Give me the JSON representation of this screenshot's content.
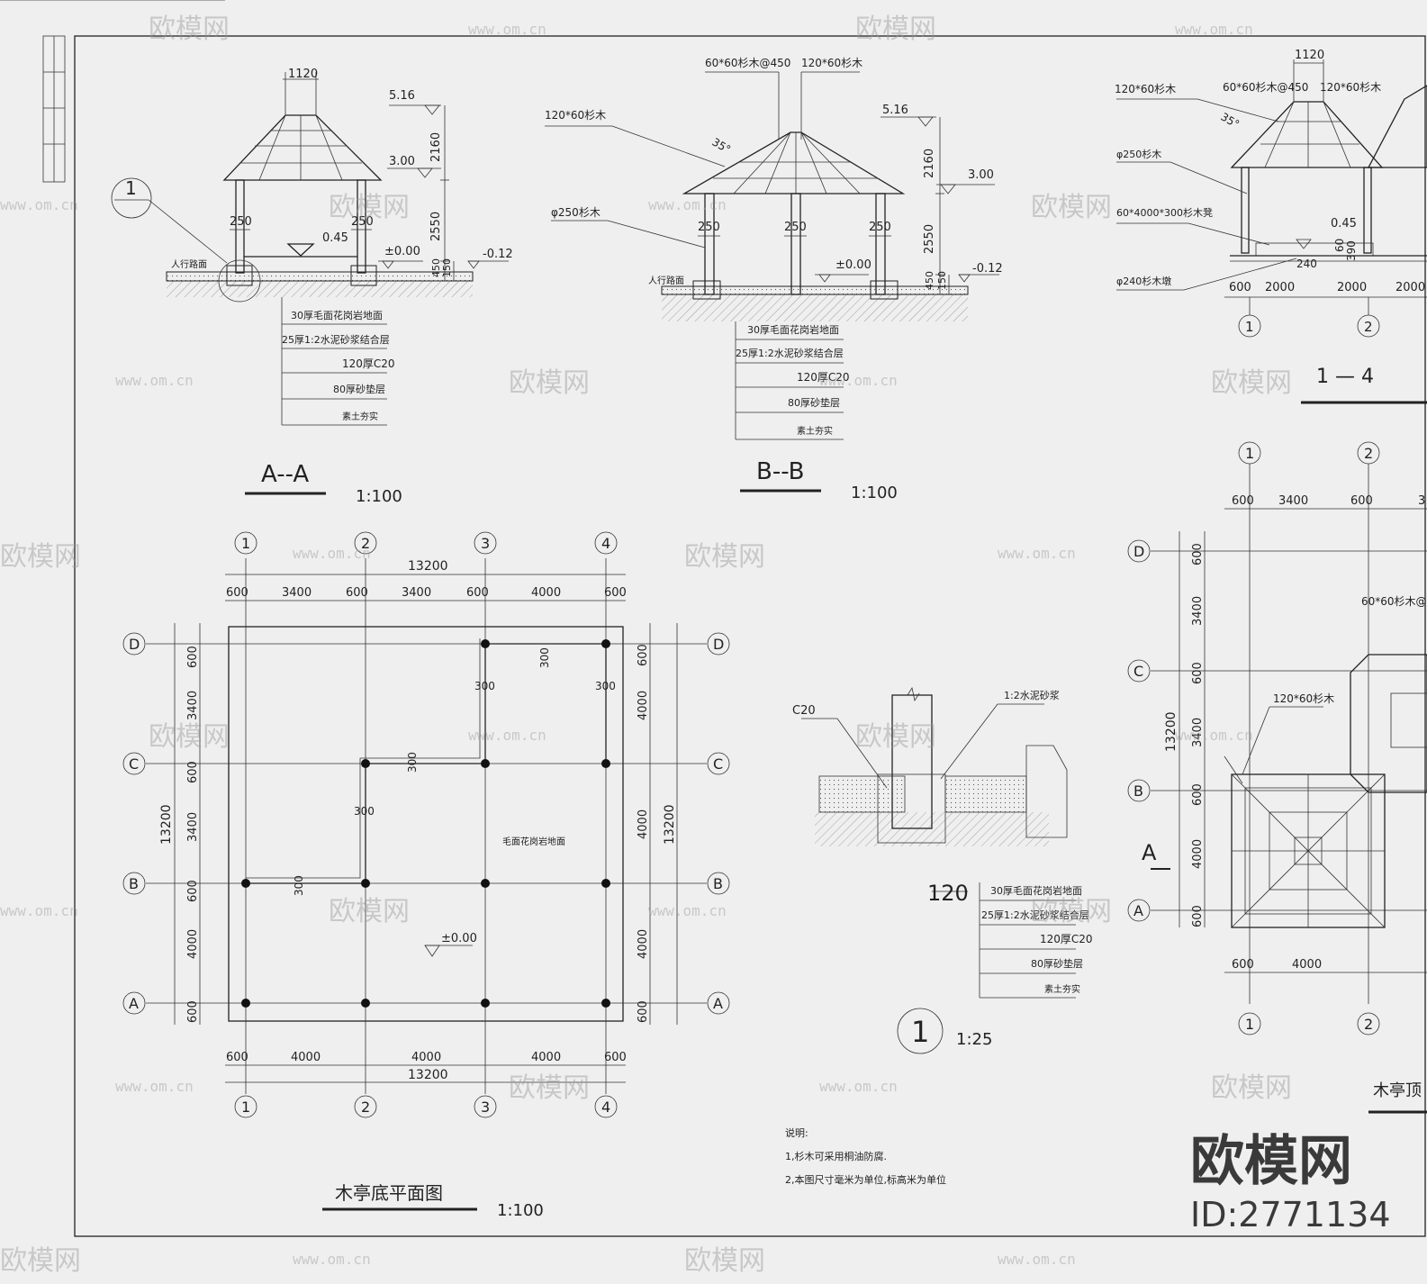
{
  "section_a": {
    "title": "A--A",
    "scale": "1:100",
    "dims": {
      "top": "1120",
      "d2160": "2160",
      "d2550": "2550",
      "d450": "450",
      "d150": "150",
      "col1": "250",
      "col2": "250"
    },
    "levels": {
      "roof": "5.16",
      "eave": "3.00",
      "plinth": "0.45",
      "floor": "±0.00",
      "ground": "-0.12"
    },
    "path_label": "人行路面",
    "detail_marker": "1",
    "layers": [
      "30厚毛面花岗岩地面",
      "25厚1:2水泥砂浆结合层",
      "120厚C20",
      "80厚砂垫层",
      "素土夯实"
    ]
  },
  "section_b": {
    "title": "B--B",
    "scale": "1:100",
    "notes": {
      "rafter_small": "60*60杉木@450",
      "rafter_big": "120*60杉木",
      "beam": "120*60杉木",
      "column": "φ250杉木",
      "slope": "35°"
    },
    "dims": {
      "d2160": "2160",
      "d2550": "2550",
      "d450": "450",
      "d150": "150",
      "c1": "250",
      "c2": "250",
      "c3": "250"
    },
    "levels": {
      "roof": "5.16",
      "eave": "3.00",
      "floor": "±0.00",
      "ground": "-0.12"
    },
    "path_label": "人行路面",
    "layers": [
      "30厚毛面花岗岩地面",
      "25厚1:2水泥砂浆结合层",
      "120厚C20",
      "80厚砂垫层",
      "素土夯实"
    ]
  },
  "elevation": {
    "notes": {
      "beam": "120*60杉木",
      "rafter_small": "60*60杉木@450",
      "rafter_big": "120*60杉木",
      "column": "φ250杉木",
      "bench": "60*4000*300杉木凳",
      "bench_leg": "φ240杉木墩",
      "slope": "35°",
      "top": "1120"
    },
    "dims": {
      "d045": "0.45",
      "d60": "60",
      "d390": "390",
      "d240": "240",
      "bays": [
        "600",
        "2000",
        "2000",
        "2000"
      ]
    },
    "axes": [
      "1",
      "2"
    ],
    "caption": "1 — 4"
  },
  "plan": {
    "title": "木亭底平面图",
    "scale": "1:100",
    "total": "13200",
    "top_dims": [
      "600",
      "3400",
      "600",
      "3400",
      "600",
      "4000",
      "600"
    ],
    "bottom_dims": [
      "600",
      "4000",
      "4000",
      "4000",
      "600"
    ],
    "left_dims": [
      "600",
      "3400",
      "600",
      "3400",
      "600",
      "4000",
      "600"
    ],
    "right_dims": [
      "600",
      "4000",
      "4000",
      "4000",
      "600"
    ],
    "bench_dims": [
      "300",
      "300",
      "300",
      "300",
      "300",
      "300"
    ],
    "axes_x": [
      "1",
      "2",
      "3",
      "4"
    ],
    "axes_y": [
      "D",
      "C",
      "B",
      "A"
    ],
    "floor_label": "毛面花岗岩地面",
    "level": "±0.00"
  },
  "detail": {
    "label_c20": "C20",
    "label_mortar": "1:2水泥砂浆",
    "marker": "1",
    "scale": "1:25",
    "dims": [
      "120"
    ],
    "layers": [
      "30厚毛面花岗岩地面",
      "25厚1:2水泥砂浆结合层",
      "120厚C20",
      "80厚砂垫层",
      "素土夯实"
    ]
  },
  "notes": {
    "heading": "说明:",
    "items": [
      "1,杉木可采用桐油防腐.",
      "2,本图尺寸毫米为单位,标高米为单位"
    ]
  },
  "roof_plan": {
    "axes_x": [
      "1",
      "2"
    ],
    "axes_y": [
      "D",
      "C",
      "B",
      "A"
    ],
    "top_dims": [
      "600",
      "3400",
      "600",
      "3"
    ],
    "left_dims": [
      "600",
      "3400",
      "600",
      "3400",
      "600",
      "4000",
      "600"
    ],
    "bottom_dims": [
      "600",
      "4000"
    ],
    "total": "13200",
    "notes": {
      "rafter": "60*60杉木@",
      "beam": "120*60杉木",
      "cut": "A"
    },
    "title": "木亭顶"
  },
  "watermark": {
    "brand": "欧模网",
    "url": "www.om.cn",
    "id": "ID:2771134"
  }
}
